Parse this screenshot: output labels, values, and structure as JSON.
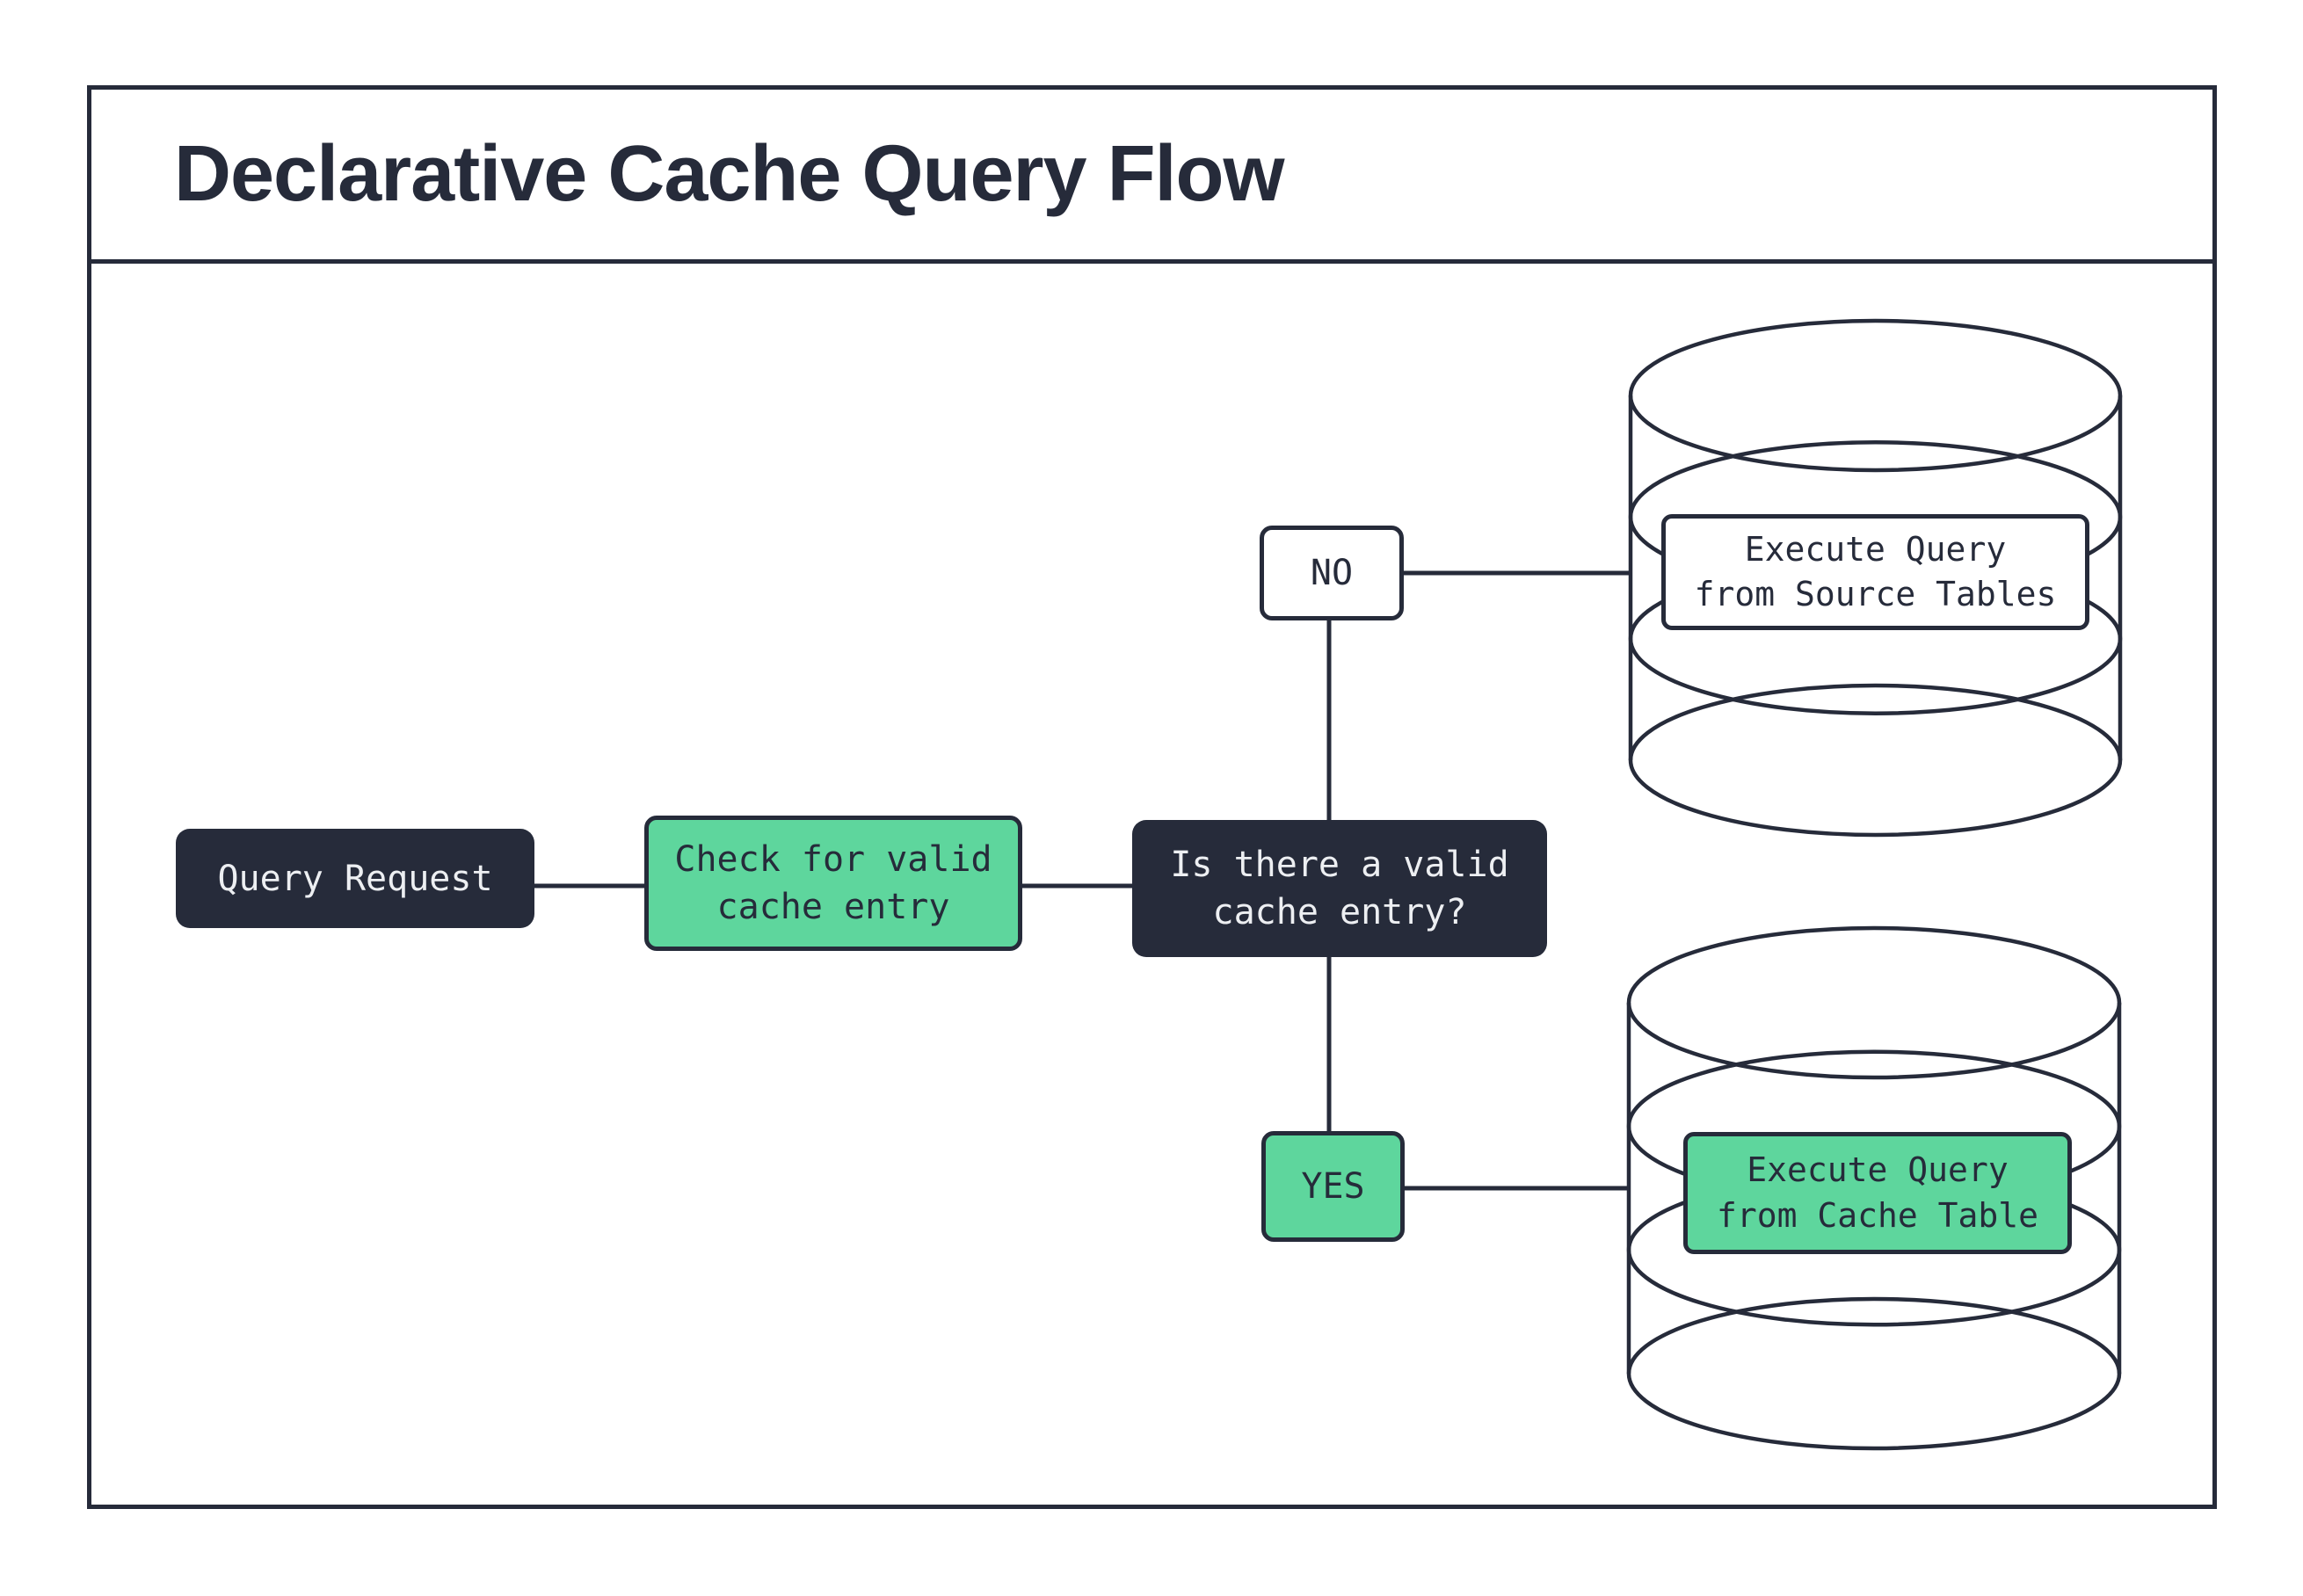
{
  "title": "Declarative Cache Query Flow",
  "colors": {
    "ink": "#262b3a",
    "green": "#5ed69d",
    "paper": "#ffffff",
    "light_text": "#edeff2"
  },
  "nodes": {
    "query_request": {
      "label": "Query Request"
    },
    "check_cache": {
      "label": "Check for valid\ncache entry"
    },
    "decision": {
      "label": "Is there a valid\ncache entry?"
    },
    "branch_no": {
      "label": "NO"
    },
    "branch_yes": {
      "label": "YES"
    },
    "source_db_action": {
      "label": "Execute Query\nfrom Source Tables"
    },
    "cache_db_action": {
      "label": "Execute Query\nfrom Cache Table"
    }
  }
}
